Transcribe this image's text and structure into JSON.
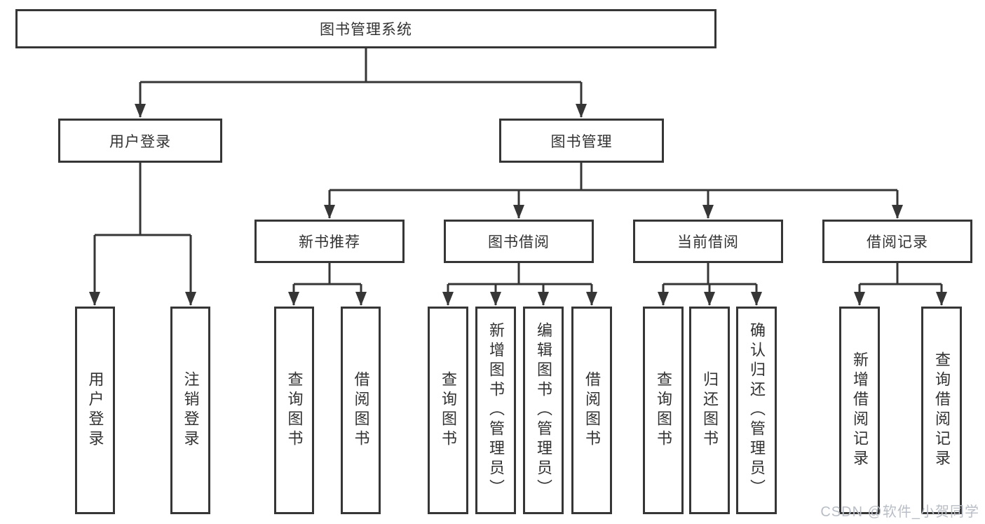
{
  "tree": {
    "label": "图书管理系统",
    "children": [
      {
        "label": "用户登录",
        "children": [
          {
            "label": "用户登录"
          },
          {
            "label": "注销登录"
          }
        ]
      },
      {
        "label": "图书管理",
        "children": [
          {
            "label": "新书推荐",
            "children": [
              {
                "label": "查询图书"
              },
              {
                "label": "借阅图书"
              }
            ]
          },
          {
            "label": "图书借阅",
            "children": [
              {
                "label": "查询图书"
              },
              {
                "label": "新增图书（管理员）"
              },
              {
                "label": "编辑图书（管理员）"
              },
              {
                "label": "借阅图书"
              }
            ]
          },
          {
            "label": "当前借阅",
            "children": [
              {
                "label": "查询图书"
              },
              {
                "label": "归还图书"
              },
              {
                "label": "确认归还（管理员）"
              }
            ]
          },
          {
            "label": "借阅记录",
            "children": [
              {
                "label": "新增借阅记录"
              },
              {
                "label": "查询借阅记录"
              }
            ]
          }
        ]
      }
    ]
  },
  "watermark": {
    "text": "CSDN @软件_小贺同学"
  },
  "colors": {
    "line": "#363636",
    "text": "#323232",
    "watermark": "#b9bec6",
    "background": "#ffffff"
  }
}
